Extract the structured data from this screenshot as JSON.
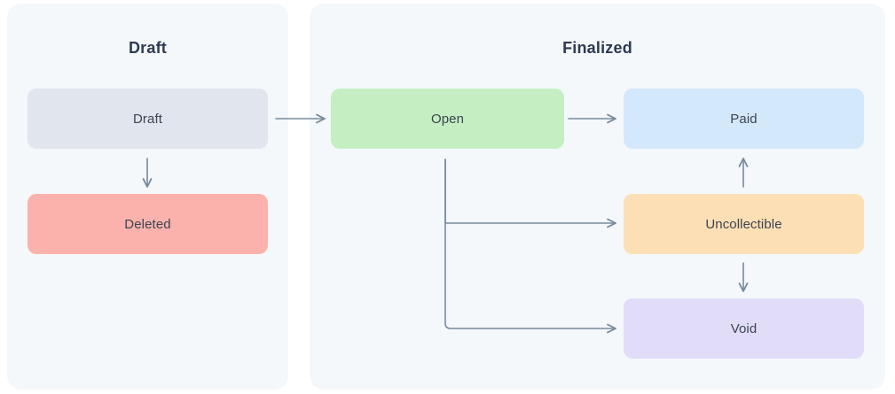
{
  "diagram": {
    "title_hidden": "",
    "panels": [
      {
        "id": "draft",
        "title": "Draft"
      },
      {
        "id": "finalized",
        "title": "Finalized"
      }
    ],
    "nodes": [
      {
        "id": "draft",
        "label": "Draft",
        "panel": "draft",
        "color": "#e1e5ed"
      },
      {
        "id": "deleted",
        "label": "Deleted",
        "panel": "draft",
        "color": "#fbb2ad"
      },
      {
        "id": "open",
        "label": "Open",
        "panel": "finalized",
        "color": "#c5eec3"
      },
      {
        "id": "paid",
        "label": "Paid",
        "panel": "finalized",
        "color": "#d3e8fb"
      },
      {
        "id": "uncollectible",
        "label": "Uncollectible",
        "panel": "finalized",
        "color": "#fcdfb4"
      },
      {
        "id": "void",
        "label": "Void",
        "panel": "finalized",
        "color": "#e1ddf8"
      }
    ],
    "edges": [
      {
        "from": "draft",
        "to": "deleted",
        "direction": "down"
      },
      {
        "from": "draft",
        "to": "open",
        "direction": "right"
      },
      {
        "from": "open",
        "to": "paid",
        "direction": "right"
      },
      {
        "from": "open",
        "to": "uncollectible",
        "direction": "right"
      },
      {
        "from": "open",
        "to": "void",
        "direction": "right"
      },
      {
        "from": "uncollectible",
        "to": "paid",
        "direction": "up"
      },
      {
        "from": "uncollectible",
        "to": "void",
        "direction": "down"
      }
    ],
    "colors": {
      "canvas_background": "#ffffff",
      "panel_background": "#f4f8fb",
      "title_text": "#2e3a52",
      "node_text": "#3c4452",
      "edge_stroke": "#7a8a9c"
    }
  }
}
